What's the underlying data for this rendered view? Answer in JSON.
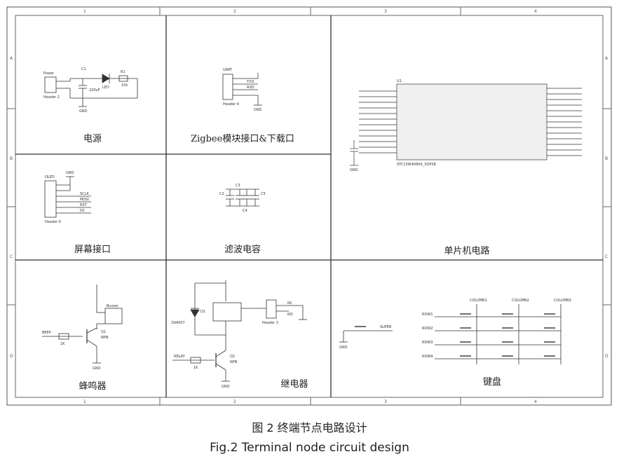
{
  "border": {
    "col_numbers": [
      "1",
      "2",
      "3",
      "4"
    ],
    "row_letters": [
      "A",
      "B",
      "C",
      "D"
    ]
  },
  "panels": {
    "power": {
      "title": "电源",
      "parts": [
        "Power",
        "Header 2",
        "C1",
        "220uF",
        "LED",
        "R1",
        "10k",
        "GND"
      ]
    },
    "zigbee": {
      "title": "Zigbee模块接口&下载口",
      "parts": [
        "UART",
        "Header 4",
        "TXD",
        "RXD",
        "GND"
      ]
    },
    "mcu": {
      "title": "单片机电路",
      "parts": [
        "U1",
        "STC15W408AS_SOP28",
        "GND"
      ]
    },
    "screen": {
      "title": "屏幕接口",
      "parts": [
        "OLED",
        "Header 6",
        "SCLK",
        "MOSI",
        "RST",
        "DC",
        "GND"
      ]
    },
    "filter": {
      "title": "滤波电容",
      "parts": [
        "C2",
        "C3",
        "C4",
        "C5"
      ]
    },
    "buzzer": {
      "title": "蜂鸣器",
      "parts": [
        "BEEP",
        "Buzzer",
        "Q1",
        "NPN",
        "1K",
        "GND"
      ]
    },
    "relay": {
      "title": "继电器",
      "parts": [
        "RELAY",
        "D1",
        "1N4007",
        "Q2",
        "NPN",
        "1K",
        "Header 3",
        "NC",
        "NO",
        "GND"
      ]
    },
    "keyboard": {
      "title": "键盘",
      "parts": [
        "SUPER",
        "ROW1",
        "ROW2",
        "ROW3",
        "ROW4",
        "COLUMN1",
        "COLUMN2",
        "COLUMN3",
        "GND"
      ]
    }
  },
  "caption": {
    "zh": "图 2 终端节点电路设计",
    "en": "Fig.2 Terminal node circuit design"
  }
}
